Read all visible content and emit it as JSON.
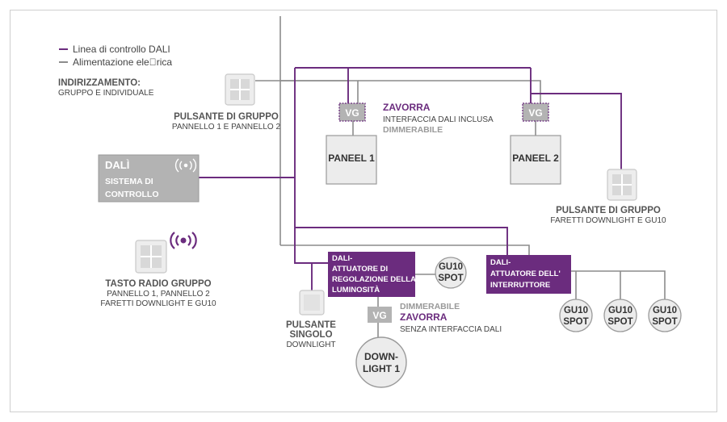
{
  "colors": {
    "dali_line": "#6b2c7e",
    "power_line": "#8c8c8c",
    "control_box": "#b3b3b3",
    "actuator": "#6b2c7e",
    "ballast_outline": "#6b2c7e"
  },
  "legend": {
    "dali_line": "Linea di controllo DALI",
    "power_line": "Alimentazione ele\u0000rica"
  },
  "addressing": {
    "title": "INDIRIZZAMENTO:",
    "subtitle": "GRUPPO E INDIVIDUALE"
  },
  "group_button_1": {
    "title": "PULSANTE DI GRUPPO",
    "subtitle": "PANNELLO 1 E PANNELLO 2",
    "icon": "four-rocker-switch-icon"
  },
  "control_system": {
    "line1": "DALÌ",
    "line2": "SISTEMA DI",
    "line3": "CONTROLLO",
    "icon": "wireless-icon"
  },
  "ballast_top": {
    "badge_1": "VG",
    "badge_2": "VG",
    "title": "ZAVORRA",
    "line2": "INTERFACCIA DALI INCLUSA",
    "line3": "DIMMERABILE"
  },
  "panel_1": "PANEEL 1",
  "panel_2": "PANEEL 2",
  "group_button_2": {
    "title": "PULSANTE DI GRUPPO",
    "subtitle": "FARETTI DOWNLIGHT E GU10",
    "icon": "four-rocker-switch-icon"
  },
  "radio_button": {
    "title": "TASTO RADIO GRUPPO",
    "line2": "PANNELLO 1, PANNELLO 2",
    "line3": "FARETTI DOWNLIGHT E GU10",
    "icon": "wireless-icon"
  },
  "single_button": {
    "line1": "PULSANTE",
    "line2": "SINGOLO",
    "line3": "DOWNLIGHT",
    "icon": "single-rocker-switch-icon"
  },
  "dimming_actuator": {
    "line1": "DALI-",
    "line2": "ATTUATORE DI",
    "line3": "REGOLAZIONE DELLA",
    "line4": "LUMINOSITÀ"
  },
  "gu10_single": {
    "line1": "GU10",
    "line2": "SPOT"
  },
  "ballast_bottom": {
    "badge": "VG",
    "line1": "DIMMERABILE",
    "line2": "ZAVORRA",
    "line3": "SENZA INTERFACCIA DALI"
  },
  "downlight": {
    "line1": "DOWN-",
    "line2": "LIGHT 1"
  },
  "switch_actuator": {
    "line1": "DALI-",
    "line2": "ATTUATORE DELL'",
    "line3": "INTERRUTTORE"
  },
  "spots": [
    {
      "line1": "GU10",
      "line2": "SPOT"
    },
    {
      "line1": "GU10",
      "line2": "SPOT"
    },
    {
      "line1": "GU10",
      "line2": "SPOT"
    }
  ]
}
